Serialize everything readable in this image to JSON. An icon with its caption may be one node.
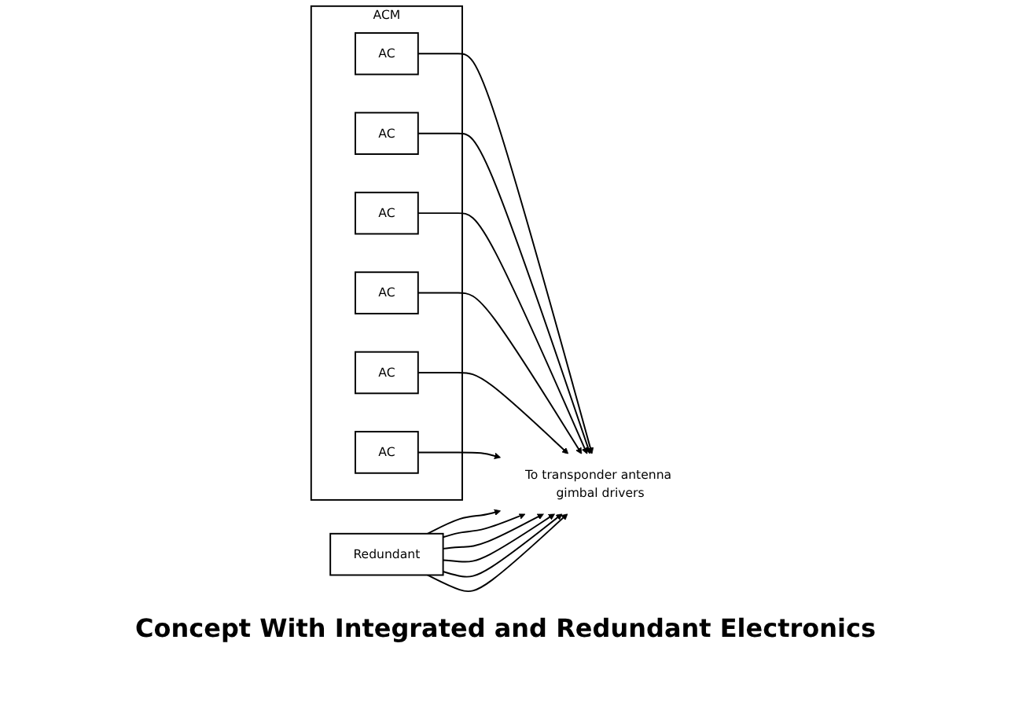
{
  "diagram": {
    "caption": "Concept With Integrated and Redundant Electronics",
    "nodes": [
      {
        "text": [
          "ACM"
        ]
      },
      {
        "text": [
          "AC"
        ],
        "in": 0
      },
      {
        "text": [
          "AC"
        ],
        "in": 0
      },
      {
        "text": [
          "AC"
        ],
        "in": 0
      },
      {
        "text": [
          "AC"
        ],
        "in": 0
      },
      {
        "text": [
          "AC"
        ],
        "in": 0
      },
      {
        "text": [
          "AC"
        ],
        "in": 0
      },
      {
        "text": [
          "Redundant"
        ]
      },
      {
        "text": [
          "To transponder antenna gimbal drivers"
        ]
      }
    ],
    "edges": [
      {
        "from": 1,
        "to": 8,
        "arrow": "to"
      },
      {
        "from": 2,
        "to": 8,
        "arrow": "to"
      },
      {
        "from": 3,
        "to": 8,
        "arrow": "to"
      },
      {
        "from": 4,
        "to": 8,
        "arrow": "to"
      },
      {
        "from": 5,
        "to": 8,
        "arrow": "to"
      },
      {
        "from": 6,
        "to": 8,
        "arrow": "to"
      },
      {
        "from": 7,
        "to": 8,
        "arrow": "to"
      },
      {
        "from": 7,
        "to": 8,
        "arrow": "to"
      },
      {
        "from": 7,
        "to": 8,
        "arrow": "to"
      },
      {
        "from": 7,
        "to": 8,
        "arrow": "to"
      },
      {
        "from": 7,
        "to": 8,
        "arrow": "to"
      },
      {
        "from": 7,
        "to": 8,
        "arrow": "to"
      }
    ]
  }
}
